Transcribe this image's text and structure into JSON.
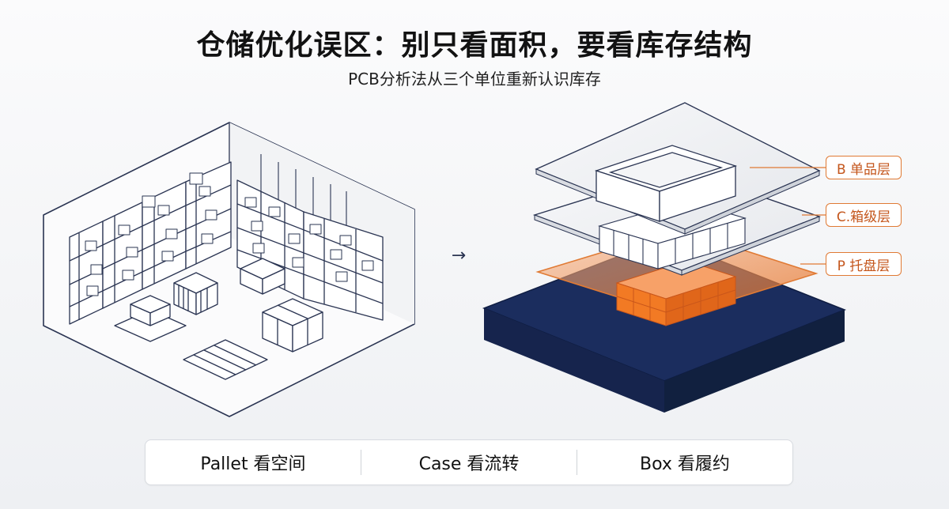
{
  "title": "仓储优化误区：别只看面积，要看库存结构",
  "subtitle": "PCB分析法从三个单位重新认识库存",
  "arrow": "→",
  "layers": {
    "b_label": "B 单品层",
    "c_label": "C.箱级层",
    "p_label": "P 托盘层"
  },
  "bottom_bar": {
    "pallet": "Pallet 看空间",
    "case": "Case 看流转",
    "box": "Box 看履约"
  },
  "colors": {
    "navy": "#1b2d5e",
    "orange": "#f27a24",
    "orange_outline": "#e07a34",
    "line": "#2a3452"
  }
}
